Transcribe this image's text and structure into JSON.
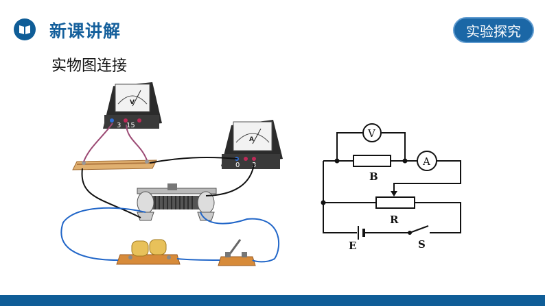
{
  "header": {
    "title": "新课讲解",
    "icon": "book-icon"
  },
  "tag_button": {
    "label": "实验探究"
  },
  "subtitle": "实物图连接",
  "meters": {
    "voltmeter": {
      "symbol": "V",
      "terminals": [
        "3",
        "15"
      ]
    },
    "ammeter": {
      "symbol": "A",
      "terminals": [
        "0",
        "3"
      ]
    }
  },
  "circuit": {
    "voltmeter": "V",
    "ammeter": "A",
    "resistor_b": "B",
    "rheostat": "R",
    "battery": "E",
    "switch": "S"
  },
  "colors": {
    "brand": "#0f5d97",
    "wire_blue": "#2166c8",
    "wire_purple": "#9c4a74"
  }
}
